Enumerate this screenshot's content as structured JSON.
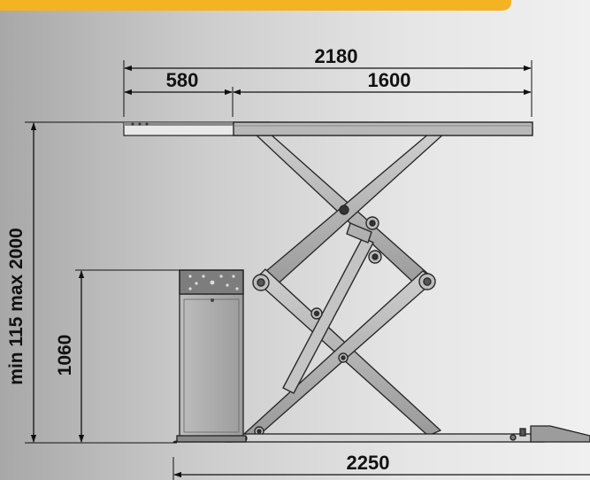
{
  "dimensions": {
    "overall_platform_length": "2180",
    "extension_length": "580",
    "main_platform_length": "1600",
    "height_range": "min 115 max 2000",
    "console_height": "1060",
    "base_length": "2250"
  },
  "colors": {
    "banner": "#f4b323",
    "metal": "#b3b3b3",
    "outline": "#222222",
    "text": "#111111"
  }
}
